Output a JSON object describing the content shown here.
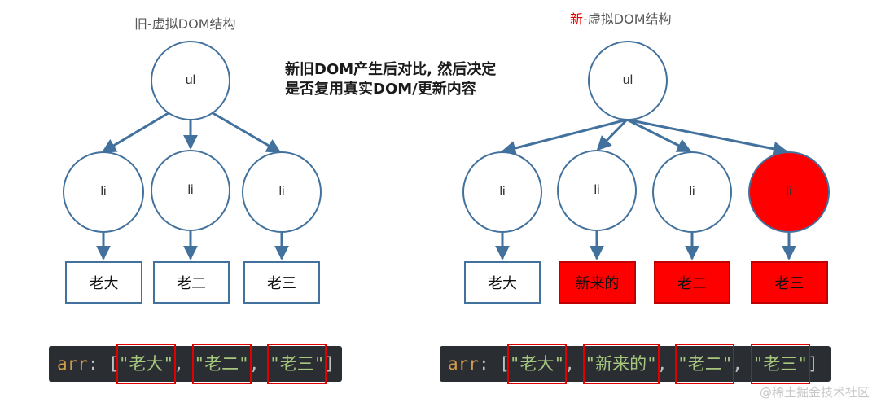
{
  "old_tree": {
    "title": "旧-虚拟DOM结构",
    "root_label": "ul",
    "li_labels": [
      "li",
      "li",
      "li"
    ],
    "items": [
      "老大",
      "老二",
      "老三"
    ]
  },
  "new_tree": {
    "title_highlight": "新",
    "title_rest": "-虚拟DOM结构",
    "root_label": "ul",
    "li_labels": [
      "li",
      "li",
      "li",
      "li"
    ],
    "items": [
      "老大",
      "新来的",
      "老二",
      "老三"
    ]
  },
  "note": {
    "line1": "新旧DOM产生后对比, 然后决定",
    "line2": "是否复用真实DOM/更新内容"
  },
  "code_old": {
    "var": "arr",
    "colon": ":",
    "open": "[",
    "close": "]",
    "sep": ",",
    "items": [
      "\"老大\"",
      "\"老二\"",
      "\"老三\""
    ]
  },
  "code_new": {
    "var": "arr",
    "colon": ":",
    "open": "[",
    "close": "]",
    "sep": ",",
    "items": [
      "\"老大\"",
      "\"新来的\"",
      "\"老二\"",
      "\"老三\""
    ]
  },
  "watermark": "@稀土掘金技术社区",
  "colors": {
    "stroke": "#41719c",
    "highlight": "#ff0000",
    "code_bg": "#2a2e33",
    "code_string": "#a6c77e",
    "code_keyword": "#d39a4a"
  }
}
